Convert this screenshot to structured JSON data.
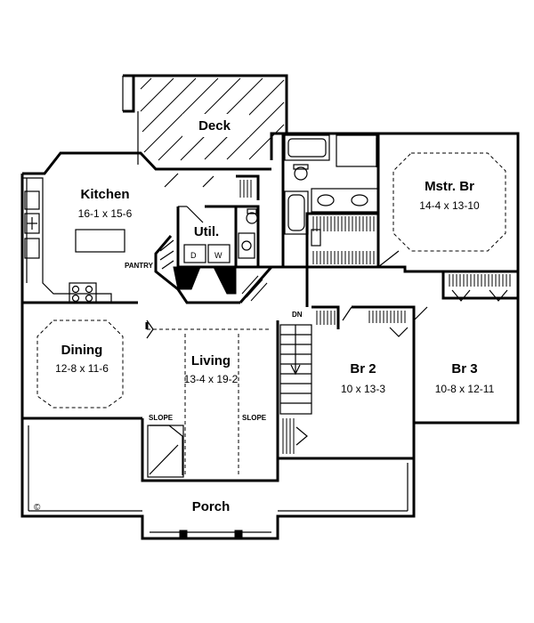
{
  "rooms": {
    "deck": {
      "name": "Deck"
    },
    "kitchen": {
      "name": "Kitchen",
      "dim": "16-1 x 15-6"
    },
    "util": {
      "name": "Util."
    },
    "mstr": {
      "name": "Mstr. Br",
      "dim": "14-4 x 13-10"
    },
    "dining": {
      "name": "Dining",
      "dim": "12-8 x 11-6"
    },
    "living": {
      "name": "Living",
      "dim": "13-4 x 19-2"
    },
    "br2": {
      "name": "Br 2",
      "dim": "10 x 13-3"
    },
    "br3": {
      "name": "Br 3",
      "dim": "10-8 x 12-11"
    },
    "porch": {
      "name": "Porch"
    }
  },
  "labels": {
    "pantry": "PANTRY",
    "dn": "DN",
    "slope_left": "SLOPE",
    "slope_right": "SLOPE",
    "copyright": "©"
  }
}
